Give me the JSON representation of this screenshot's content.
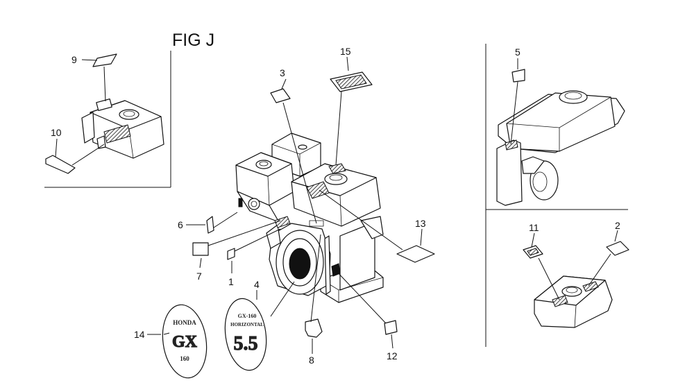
{
  "figure": {
    "title": "FIG J"
  },
  "callouts": {
    "c1": "1",
    "c2": "2",
    "c3": "3",
    "c4": "4",
    "c5": "5",
    "c6": "6",
    "c7": "7",
    "c8": "8",
    "c9": "9",
    "c10": "10",
    "c11": "11",
    "c12": "12",
    "c13": "13",
    "c14": "14",
    "c15": "15"
  },
  "emblems": {
    "e14_line1": "HONDA",
    "e14_big": "GX",
    "e14_line2": "160",
    "e4_line1": "GX-160",
    "e4_line2": "HORIZONTAL",
    "e4_big": "5.5"
  }
}
